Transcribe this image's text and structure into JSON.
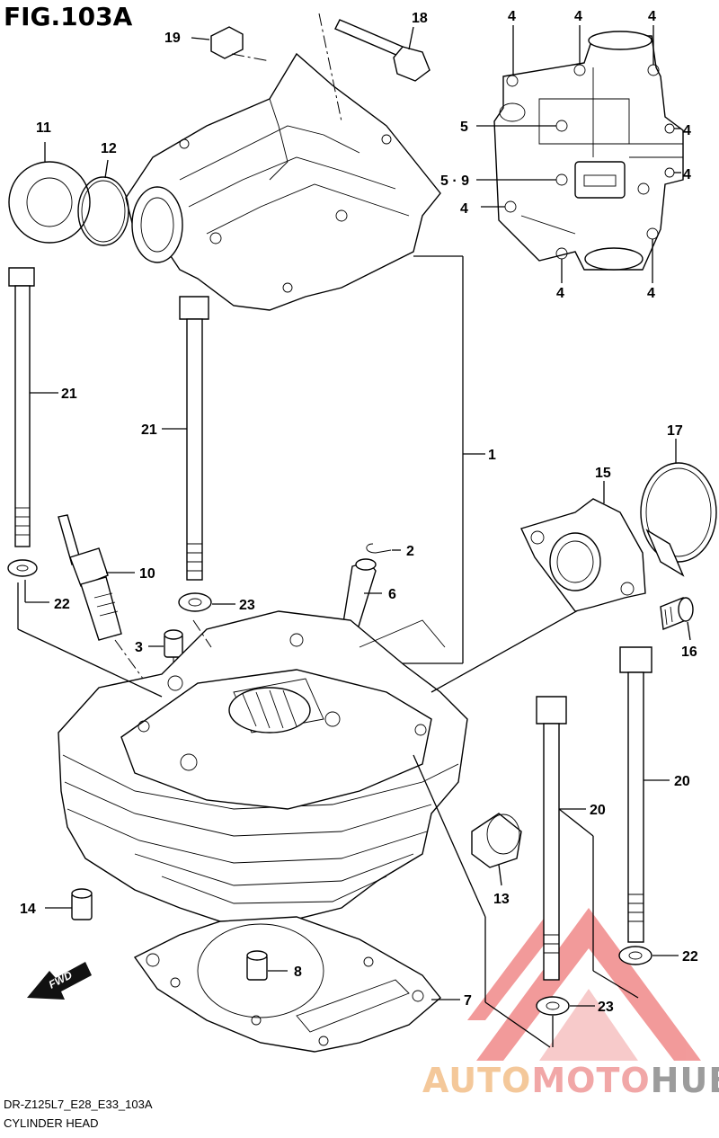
{
  "title": "FIG.103A",
  "footer": {
    "code": "DR-Z125L7_E28_E33_103A",
    "name": "CYLINDER HEAD"
  },
  "brand": {
    "part1": "AUTO",
    "part2": "MOTO",
    "part3": "HUB"
  },
  "fwd_label": "FWD",
  "labels": {
    "l19": "19",
    "l18": "18",
    "l11": "11",
    "l12": "12",
    "l4a": "4",
    "l4b": "4",
    "l4c": "4",
    "l4d": "4",
    "l4e": "4",
    "l4f": "4",
    "l4g": "4",
    "l4h": "4",
    "l5": "5",
    "l59": "5 · 9",
    "l21a": "21",
    "l21b": "21",
    "l1": "1",
    "l17": "17",
    "l15": "15",
    "l2": "2",
    "l10": "10",
    "l6": "6",
    "l22a": "22",
    "l23a": "23",
    "l3": "3",
    "l16": "16",
    "l20a": "20",
    "l20b": "20",
    "l13": "13",
    "l14": "14",
    "l22b": "22",
    "l8": "8",
    "l7": "7",
    "l23b": "23"
  },
  "colors": {
    "watermark_red": "#e23b3b",
    "watermark_orange": "#f4c89a",
    "watermark_gray": "#9c9c9c"
  }
}
